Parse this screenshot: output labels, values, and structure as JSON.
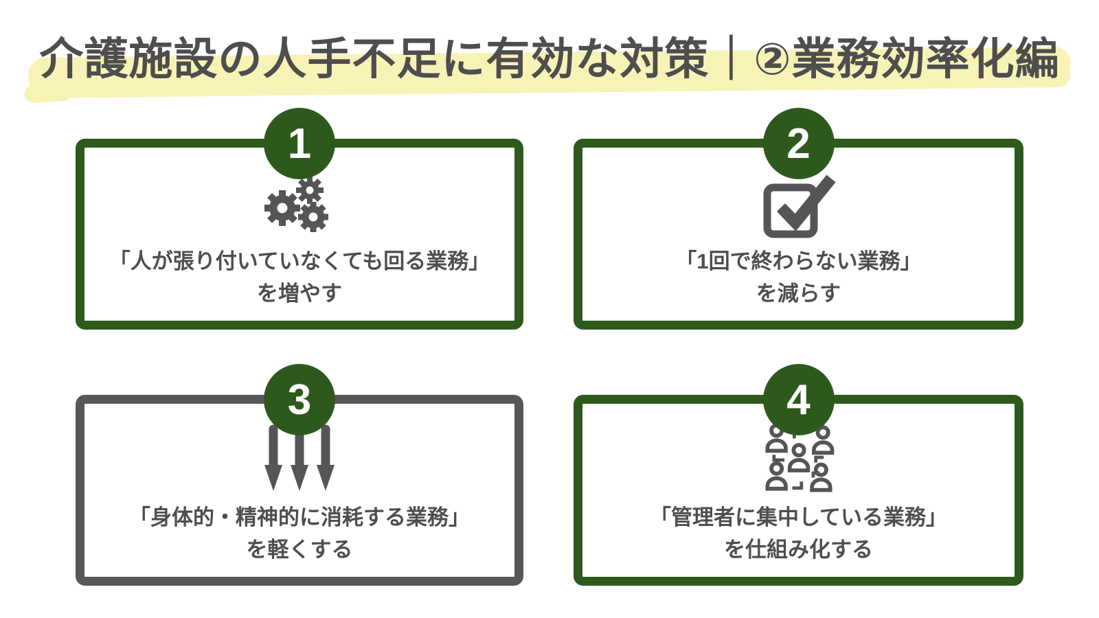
{
  "title": {
    "text": "介護施設の人手不足に有効な対策｜②業務効率化編",
    "highlight_color": "#f7f3b6"
  },
  "colors": {
    "green": "#2d5a1c",
    "gray_border": "#57575a",
    "icon_gray": "#555558",
    "text_gray": "#4e4e4e",
    "badge_text": "#ffffff",
    "background": "#ffffff"
  },
  "cards": [
    {
      "number": "1",
      "icon": "gears-icon",
      "line1": "「人が張り付いていなくても回る業務」",
      "line2": "を増やす",
      "border_color": "#2d5a1c"
    },
    {
      "number": "2",
      "icon": "checkbox-check-icon",
      "line1": "「1回で終わらない業務」",
      "line2": "を減らす",
      "border_color": "#2d5a1c"
    },
    {
      "number": "3",
      "icon": "triple-down-arrows-icon",
      "line1": "「身体的・精神的に消耗する業務」",
      "line2": "を軽くする",
      "border_color": "#57575a"
    },
    {
      "number": "4",
      "icon": "people-group-icon",
      "line1": "「管理者に集中している業務」",
      "line2": "を仕組み化する",
      "border_color": "#2d5a1c"
    }
  ]
}
